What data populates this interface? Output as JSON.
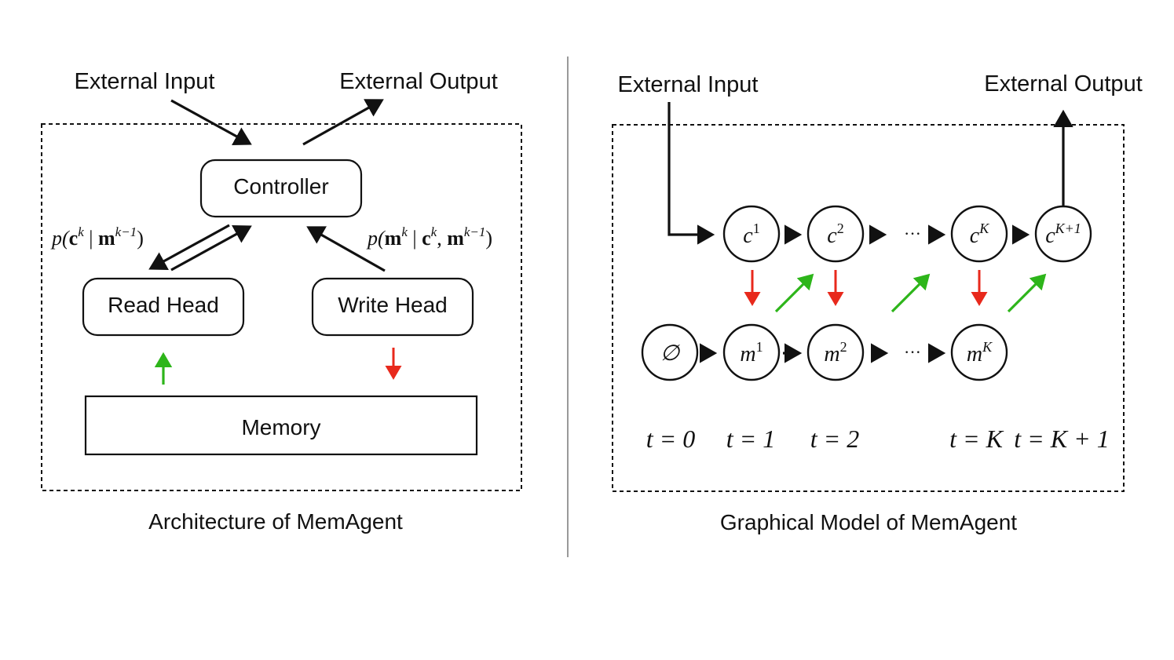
{
  "colors": {
    "write_arrow": "#e8291c",
    "read_arrow": "#2db51a",
    "ink": "#111111"
  },
  "left_panel": {
    "caption": "Architecture of MemAgent",
    "external_input": "External Input",
    "external_output": "External Output",
    "controller": "Controller",
    "read_head": "Read Head",
    "write_head": "Write Head",
    "memory": "Memory",
    "read_formula": {
      "p": "p(",
      "c": "c",
      "c_sup": "k",
      "bar": " | ",
      "m": "m",
      "m_sup": "k−1",
      "close": ")"
    },
    "write_formula": {
      "p": "p(",
      "m": "m",
      "m_sup": "k",
      "bar": " | ",
      "c": "c",
      "c_sup": "k",
      "comma": ", ",
      "m2": "m",
      "m2_sup": "k−1",
      "close": ")"
    }
  },
  "right_panel": {
    "caption": "Graphical Model of MemAgent",
    "external_input": "External Input",
    "external_output": "External Output",
    "ellipsis": "···",
    "controller_nodes": [
      {
        "base": "c",
        "sup": "1"
      },
      {
        "base": "c",
        "sup": "2"
      },
      {
        "base": "c",
        "sup": "K"
      },
      {
        "base": "c",
        "sup": "K+1"
      }
    ],
    "memory_nodes": [
      {
        "base": "∅",
        "sup": ""
      },
      {
        "base": "m",
        "sup": "1"
      },
      {
        "base": "m",
        "sup": "2"
      },
      {
        "base": "m",
        "sup": "K"
      }
    ],
    "time_labels": [
      "t = 0",
      "t = 1",
      "t = 2",
      "t = K",
      "t = K + 1"
    ]
  }
}
